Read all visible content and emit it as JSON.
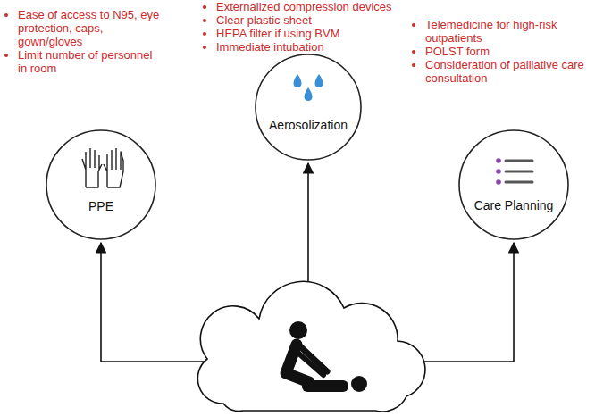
{
  "diagram": {
    "nodes": [
      {
        "text": [
          "PPE"
        ]
      },
      {
        "text": [
          "Aerosolization"
        ]
      },
      {
        "text": [
          "Care Planning"
        ]
      }
    ],
    "labels": [
      "Ease of access to N95, eye protection, caps, gown/gloves",
      "Limit number of personnel in room",
      "Externalized compression devices",
      "Clear plastic sheet",
      "HEPA filter if using BVM",
      "Immediate intubation",
      "Telemedicine for high-risk outpatients",
      "POLST form",
      "Consideration of palliative care consultation"
    ]
  }
}
